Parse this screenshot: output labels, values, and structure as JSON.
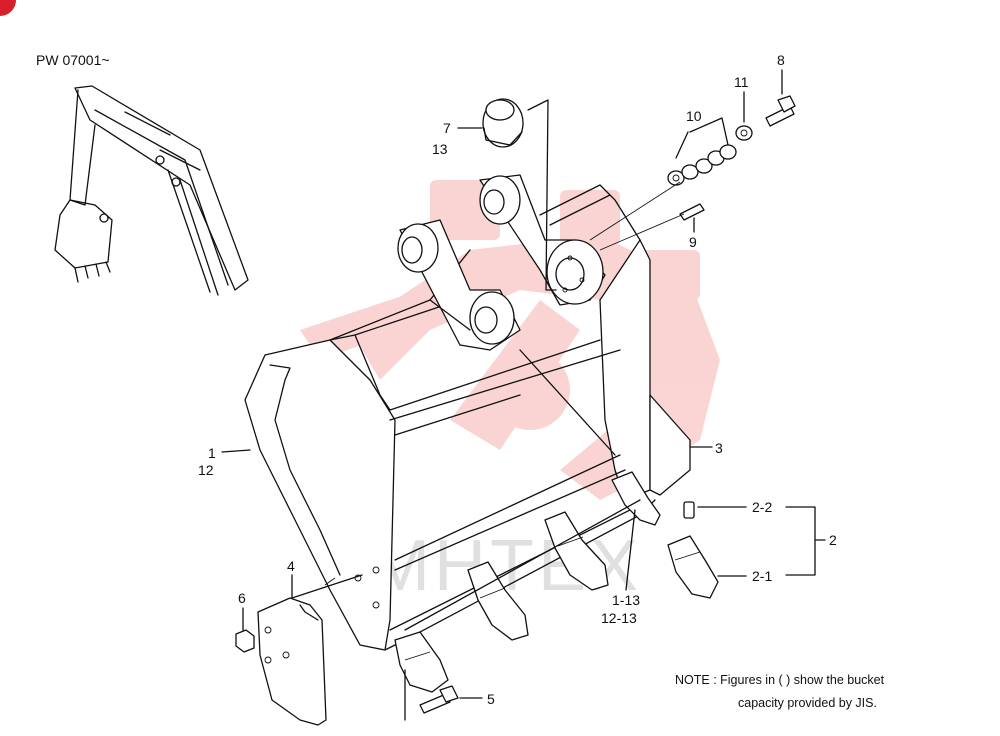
{
  "series_code": "PW 07001~",
  "watermark_text": "MHTEX",
  "watermark_color": "#e8413a",
  "corner_badge_color": "#d7202a",
  "callouts": {
    "c7": "7",
    "c13": "13",
    "c10": "10",
    "c11": "11",
    "c8": "8",
    "c9": "9",
    "c3": "3",
    "c1": "1",
    "c12": "12",
    "c22": "2-2",
    "c2": "2",
    "c21": "2-1",
    "c4": "4",
    "c6": "6",
    "c5": "5",
    "c113": "1-13",
    "c1213": "12-13"
  },
  "note": {
    "line1": "NOTE : Figures in ( ) show the bucket",
    "line2": "capacity provided by JIS."
  }
}
